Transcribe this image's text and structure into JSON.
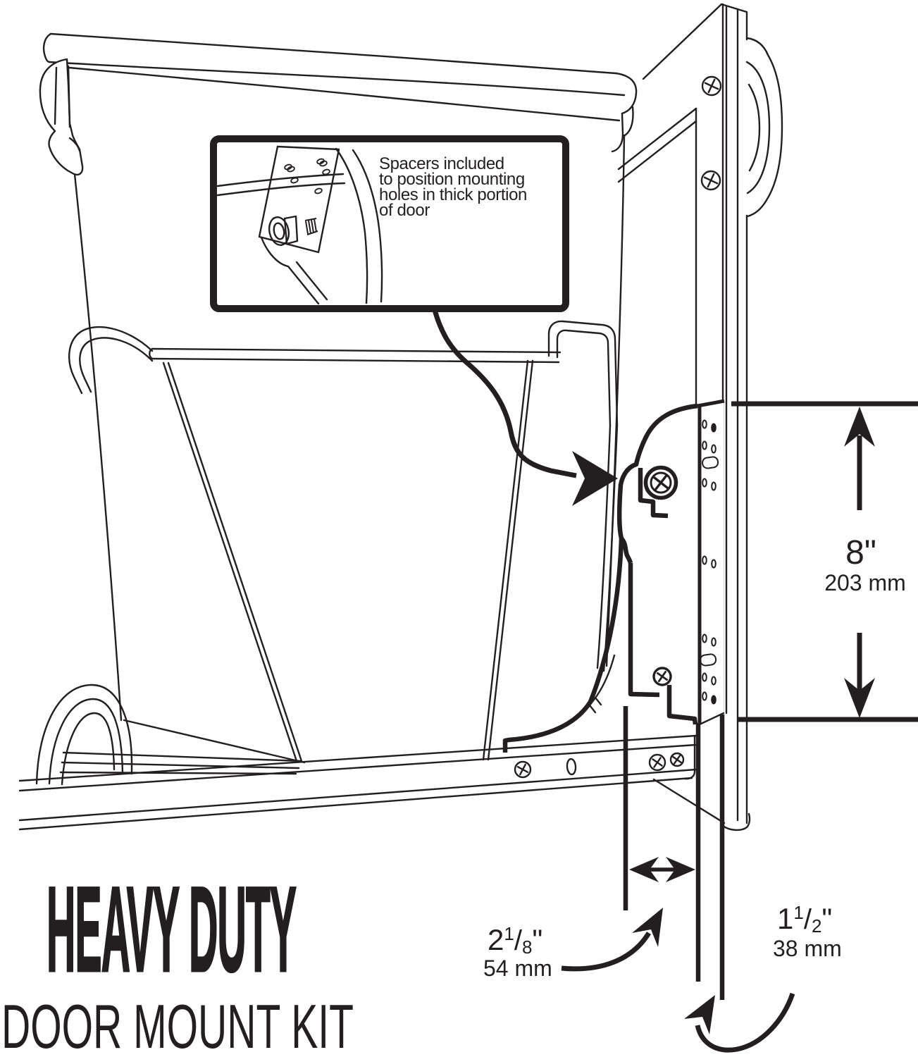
{
  "colors": {
    "ink": "#231f20",
    "paper": "#ffffff"
  },
  "callout": {
    "lines": [
      "Spacers included",
      "to position mounting",
      "holes in thick portion",
      "of door"
    ]
  },
  "dimensions": {
    "height": {
      "value": "8\"",
      "metric": "203 mm"
    },
    "offset": {
      "whole": "2",
      "num": "1",
      "slash": "/",
      "den": "8",
      "unit": "\"",
      "metric": "54 mm"
    },
    "thickness": {
      "whole": "1",
      "num": "1",
      "slash": "/",
      "den": "2",
      "unit": "\"",
      "metric": "38 mm"
    }
  },
  "title": {
    "line1": "HEAVY DUTY",
    "line2": "DOOR MOUNT KIT"
  }
}
